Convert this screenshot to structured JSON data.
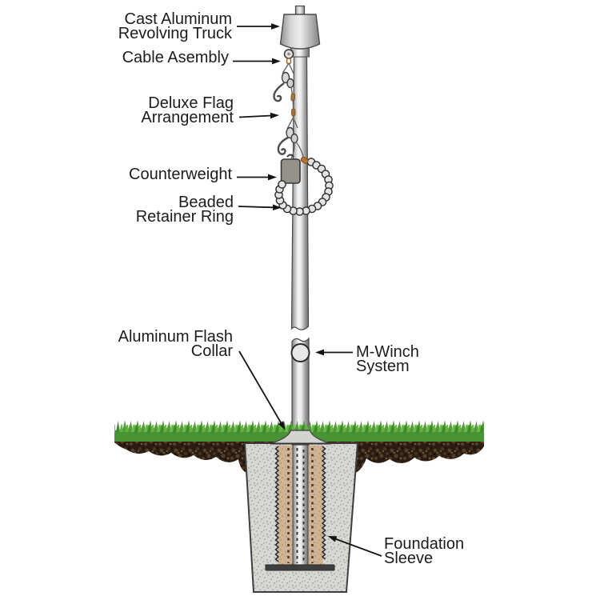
{
  "figure": {
    "description": "Flagpole revolving truck and ground-set installation diagram"
  },
  "labels": {
    "truck": {
      "line1": "Cast Aluminum",
      "line2": "Revolving Truck"
    },
    "cable": {
      "line1": "Cable Asembly"
    },
    "flag": {
      "line1": "Deluxe Flag",
      "line2": "Arrangement"
    },
    "counterweight": {
      "line1": "Counterweight"
    },
    "beaded": {
      "line1": "Beaded",
      "line2": "Retainer Ring"
    },
    "collar": {
      "line1": "Aluminum Flash",
      "line2": "Collar"
    },
    "winch": {
      "line1": "M-Winch",
      "line2": "System"
    },
    "foundation": {
      "line1": "Foundation",
      "line2": "Sleeve"
    }
  },
  "colors": {
    "background": "#ffffff",
    "text": "#1c1c1c",
    "arrow": "#141414",
    "pole_light": "#f2f2f2",
    "pole_dark": "#7e7e7e",
    "grass_green": "#4a9334",
    "grass_light": "#6fbf4e",
    "soil_brown": "#2b1d12",
    "concrete_gray": "#d7d7d3",
    "sleeve_tan": "#cfb392",
    "counterweight_gray": "#94908a",
    "bead_gray": "#e4e4e4",
    "link_orange": "#b5722e"
  }
}
